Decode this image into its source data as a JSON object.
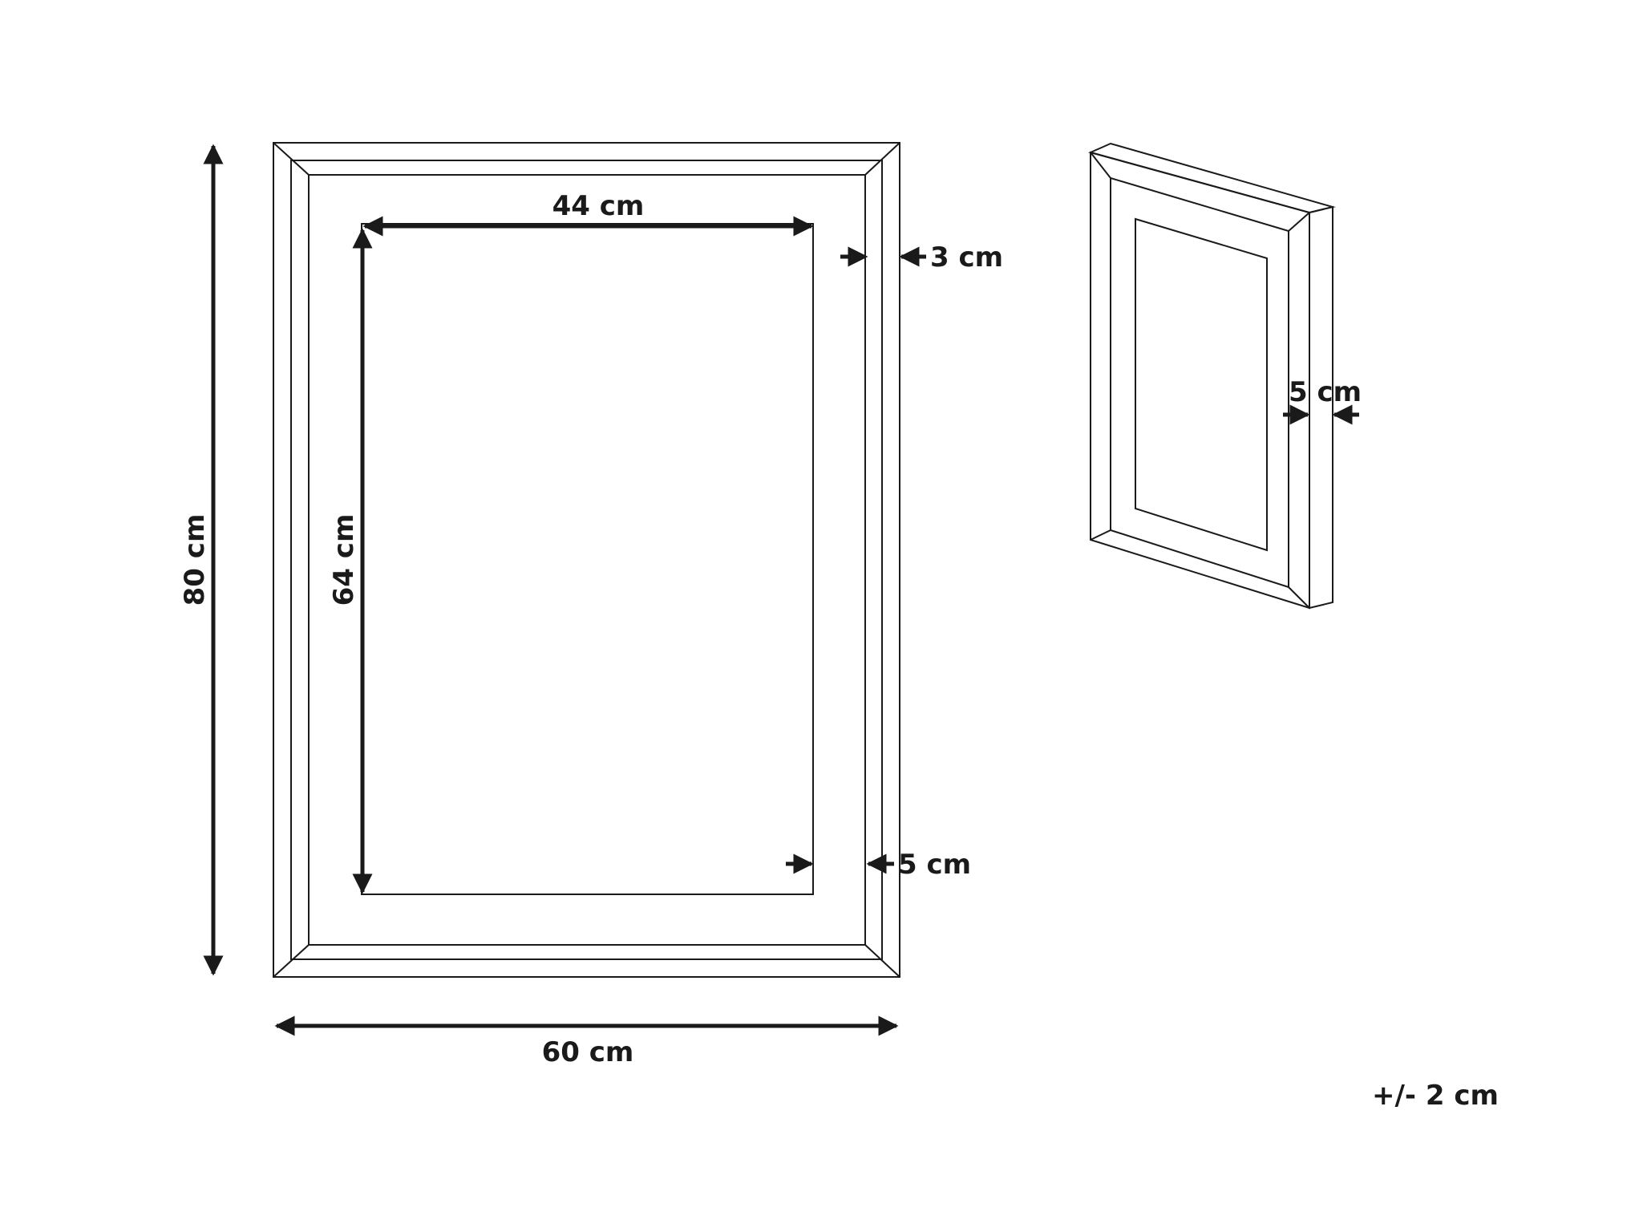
{
  "front_view": {
    "outer_width_label": "60 cm",
    "outer_height_label": "80 cm",
    "inner_width_label": "44 cm",
    "inner_height_label": "64 cm",
    "frame_edge_label": "3 cm",
    "mat_border_label": "5 cm"
  },
  "side_view": {
    "depth_label": "5 cm"
  },
  "tolerance_label": "+/- 2 cm",
  "colors": {
    "line": "#1a1a1a",
    "background": "#ffffff"
  }
}
